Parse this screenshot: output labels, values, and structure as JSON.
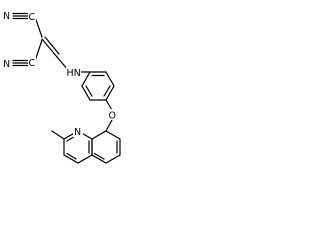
{
  "labels": {
    "cn_top_n": "N",
    "cn_top_c": "C",
    "cn_bottom_n": "N",
    "cn_bottom_c": "C",
    "amine": "HN",
    "ether_oxygen": "O",
    "ring_nitrogen": "N"
  },
  "colors": {
    "ink": "#000000",
    "background": "#ffffff"
  }
}
